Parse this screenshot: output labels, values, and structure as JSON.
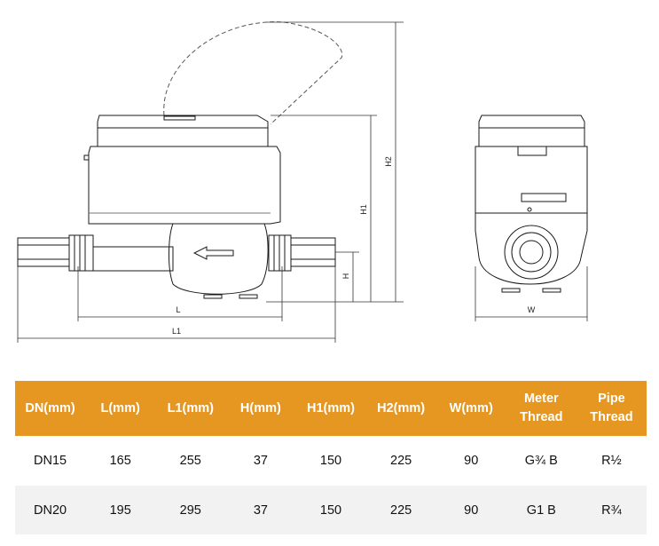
{
  "drawing": {
    "dimension_labels": {
      "L": "L",
      "L1": "L1",
      "H": "H",
      "H1": "H1",
      "H2": "H2",
      "W": "W"
    }
  },
  "table": {
    "headers": [
      "DN(mm)",
      "L(mm)",
      "L1(mm)",
      "H(mm)",
      "H1(mm)",
      "H2(mm)",
      "W(mm)",
      "Meter\nThread",
      "Pipe\nThread"
    ],
    "rows": [
      [
        "DN15",
        "165",
        "255",
        "37",
        "150",
        "225",
        "90",
        "G¾ B",
        "R½"
      ],
      [
        "DN20",
        "195",
        "295",
        "37",
        "150",
        "225",
        "90",
        "G1 B",
        "R¾"
      ]
    ],
    "header_color": "#e69722",
    "stripe_color": "#f2f2f2"
  }
}
